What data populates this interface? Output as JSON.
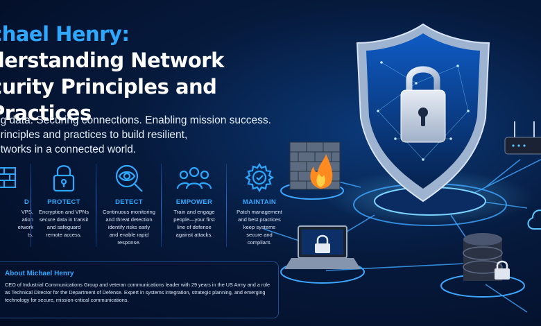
{
  "header": {
    "title_line1": "chael Henry:",
    "title_line2": "derstanding Network",
    "title_line3": "curity Principles and Practices"
  },
  "subtitle": {
    "line1": "ng data. Securing connections. Enabling mission success.",
    "line2": "principles and practices to build resilient,",
    "line3": "etworks in a connected world."
  },
  "pillars": [
    {
      "icon": "firewall-icon",
      "name": "D",
      "desc": [
        "VPS,",
        "ation",
        "etwork",
        "ts."
      ]
    },
    {
      "icon": "padlock-icon",
      "name": "PROTECT",
      "desc": [
        "Encryption and VPNs",
        "secure data in transit",
        "and safeguard",
        "remote access."
      ]
    },
    {
      "icon": "eye-magnifier-icon",
      "name": "DETECT",
      "desc": [
        "Continuous monitoring",
        "and threat detection",
        "identify risks early",
        "and enable rapid",
        "response."
      ]
    },
    {
      "icon": "people-icon",
      "name": "EMPOWER",
      "desc": [
        "Train and engage",
        "people—your first",
        "line of defense",
        "against attacks."
      ]
    },
    {
      "icon": "gear-check-icon",
      "name": "MAINTAIN",
      "desc": [
        "Patch management",
        "and best practices",
        "keep systems",
        "secure and",
        "compliant."
      ]
    }
  ],
  "about": {
    "heading": "About Michael Henry",
    "body": "CEO of Industrial Communications Group and veteran communications leader with 29 years in the US Army and a role as Technical Director for the Department of Defense. Expert in systems integration, strategic planning, and emerging technology for secure, mission-critical communications."
  },
  "colors": {
    "accent": "#2ea8ff",
    "background": "#061a3d",
    "glow": "#5cc8ff",
    "flame": "#ff8a1f"
  }
}
